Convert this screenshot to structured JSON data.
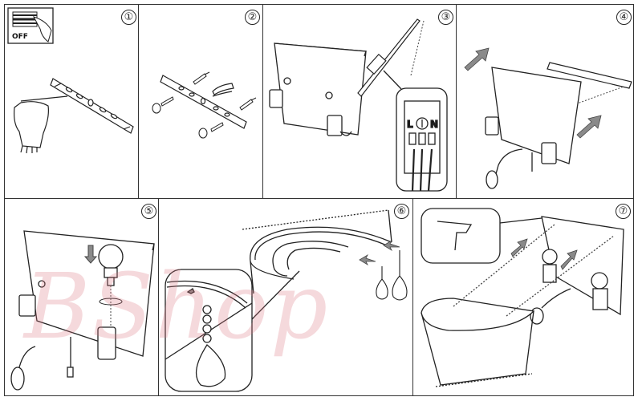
{
  "title": "Wall lamp installation instructions",
  "colors": {
    "line": "#222222",
    "arrow_fill": "#8a8a8a",
    "watermark": "#dc7882"
  },
  "watermark": "BShop",
  "steps": [
    {
      "number": "①",
      "description": "Switch power off at breaker, mark and mount bracket",
      "labels": {
        "switch": "OFF"
      }
    },
    {
      "number": "②",
      "description": "Fix mounting bracket with screws and wall plugs"
    },
    {
      "number": "③",
      "description": "Connect wires to terminal block",
      "labels": {
        "live": "L",
        "neutral": "N"
      }
    },
    {
      "number": "④",
      "description": "Slide lamp body onto bracket and secure"
    },
    {
      "number": "⑤",
      "description": "Insert bulb into holder"
    },
    {
      "number": "⑥",
      "description": "Hang crystal drops onto shade rim"
    },
    {
      "number": "⑦",
      "description": "Attach shade to lamp body"
    }
  ]
}
